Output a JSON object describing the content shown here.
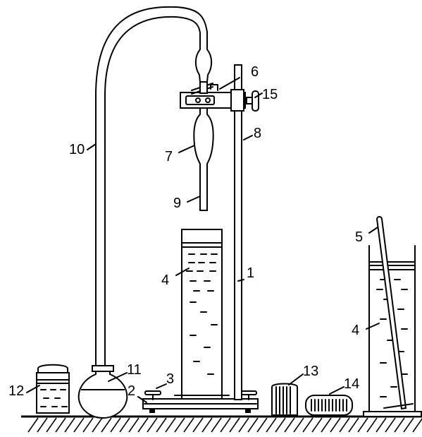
{
  "labels": {
    "l1": "1",
    "l2": "2",
    "l3": "3",
    "l4a": "4",
    "l4b": "4",
    "l5": "5",
    "l6": "6",
    "l7": "7",
    "l8": "8",
    "l9": "9",
    "l10": "10",
    "l11": "11",
    "l12": "12",
    "l13": "13",
    "l14": "14",
    "l15": "15"
  }
}
